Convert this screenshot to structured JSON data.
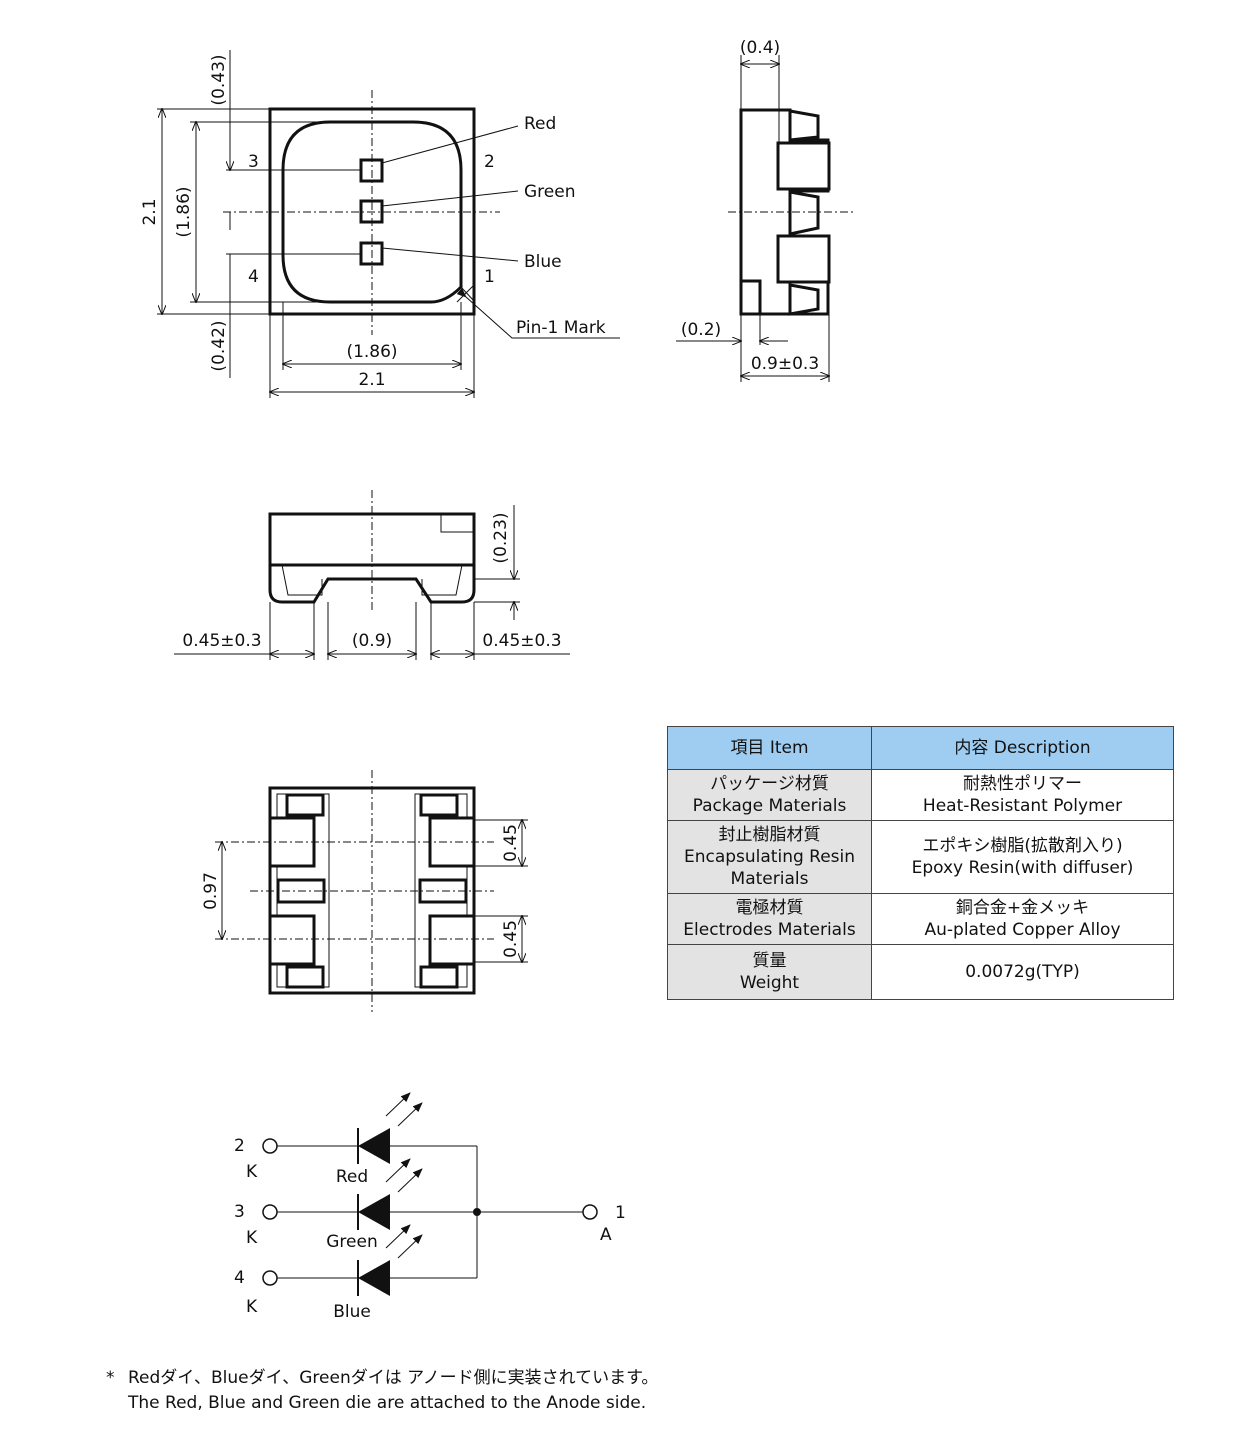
{
  "top_view": {
    "die_labels": {
      "red": "Red",
      "green": "Green",
      "blue": "Blue"
    },
    "pin_numbers": {
      "p1": "1",
      "p2": "2",
      "p3": "3",
      "p4": "4"
    },
    "pin1_mark": "Pin-1 Mark",
    "dims": {
      "top_offset": "(0.43)",
      "bottom_offset": "(0.42)",
      "height": "2.1",
      "inner_height": "(1.86)",
      "inner_width": "(1.86)",
      "width": "2.1"
    }
  },
  "side_view": {
    "dims": {
      "top": "(0.4)",
      "left": "(0.2)",
      "thickness": "0.9±0.3"
    }
  },
  "front_view": {
    "dims": {
      "right_height": "(0.23)",
      "left_pad": "0.45±0.3",
      "center": "(0.9)",
      "right_pad": "0.45±0.3"
    }
  },
  "bottom_view": {
    "dims": {
      "pitch": "0.97",
      "pad_upper": "0.45",
      "pad_lower": "0.45"
    }
  },
  "circuit": {
    "pins": [
      {
        "num": "2",
        "type": "K",
        "die": "Red"
      },
      {
        "num": "3",
        "type": "K",
        "die": "Green"
      },
      {
        "num": "4",
        "type": "K",
        "die": "Blue"
      }
    ],
    "anode": {
      "num": "1",
      "type": "A"
    }
  },
  "table": {
    "headers": [
      "項目 Item",
      "内容 Description"
    ],
    "rows": [
      {
        "item_jp": "パッケージ材質",
        "item_en": "Package Materials",
        "desc_jp": "耐熱性ポリマー",
        "desc_en": "Heat-Resistant Polymer"
      },
      {
        "item_jp": "封止樹脂材質",
        "item_en": "Encapsulating Resin Materials",
        "desc_jp": "エポキシ樹脂(拡散剤入り)",
        "desc_en": "Epoxy Resin(with diffuser)"
      },
      {
        "item_jp": "電極材質",
        "item_en": "Electrodes Materials",
        "desc_jp": "銅合金+金メッキ",
        "desc_en": "Au-plated Copper Alloy"
      },
      {
        "item_jp": "質量",
        "item_en": "Weight",
        "desc_jp": "",
        "desc_en": "0.0072g(TYP)"
      }
    ]
  },
  "note": {
    "star": "*",
    "jp": "Redダイ、Blueダイ、Greenダイは アノード側に実装されています。",
    "en": "The Red, Blue and Green die are attached to the Anode side."
  }
}
